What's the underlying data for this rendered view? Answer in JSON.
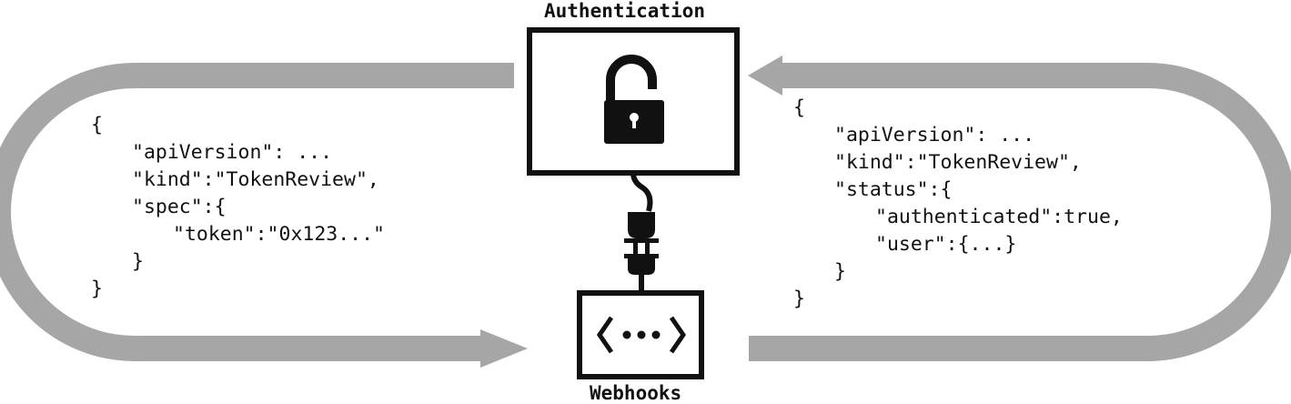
{
  "labels": {
    "authentication": "Authentication",
    "webhooks": "Webhooks"
  },
  "request": {
    "lines": [
      "{",
      "\"apiVersion\": ...",
      "\"kind\":\"TokenReview\",",
      "\"spec\":{",
      "\"token\":\"0x123...\"",
      "}",
      "}"
    ]
  },
  "response": {
    "lines": [
      "{",
      "\"apiVersion\": ...",
      "\"kind\":\"TokenReview\",",
      "\"status\":{",
      "\"authenticated\":true,",
      "\"user\":{...}",
      "}",
      "}"
    ]
  },
  "icons": {
    "authentication": "unlocked-padlock-icon",
    "connector": "power-plug-icon",
    "webhooks": "code-brackets-icon"
  },
  "colors": {
    "arrow": "#a6a6a6",
    "stroke": "#111111",
    "background": "#ffffff"
  }
}
